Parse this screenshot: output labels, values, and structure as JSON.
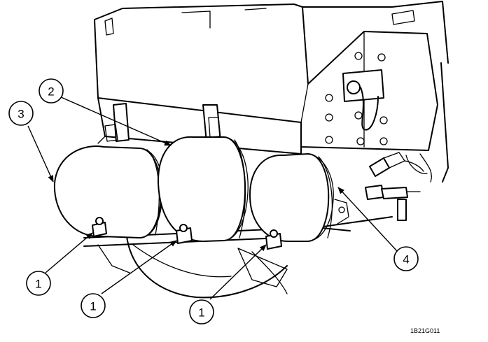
{
  "figure_id": "1B21G011",
  "callouts": [
    {
      "id": "c3",
      "label": "3"
    },
    {
      "id": "c2",
      "label": "2"
    },
    {
      "id": "c4",
      "label": "4"
    },
    {
      "id": "c1a",
      "label": "1"
    },
    {
      "id": "c1b",
      "label": "1"
    },
    {
      "id": "c1c",
      "label": "1"
    }
  ]
}
